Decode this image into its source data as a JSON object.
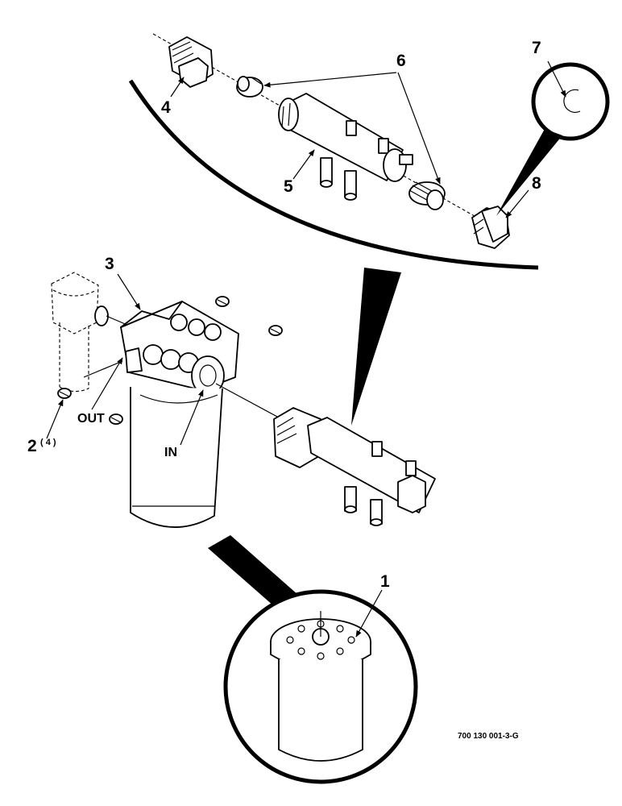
{
  "callouts": {
    "c1": "1",
    "c2": "2",
    "c2_qty": "( 4 )",
    "c3": "3",
    "c4": "4",
    "c5": "5",
    "c6": "6",
    "c7": "7",
    "c8": "8"
  },
  "ports": {
    "out": "OUT",
    "in": "IN"
  },
  "figure_ref": "700 130 001-3-G"
}
